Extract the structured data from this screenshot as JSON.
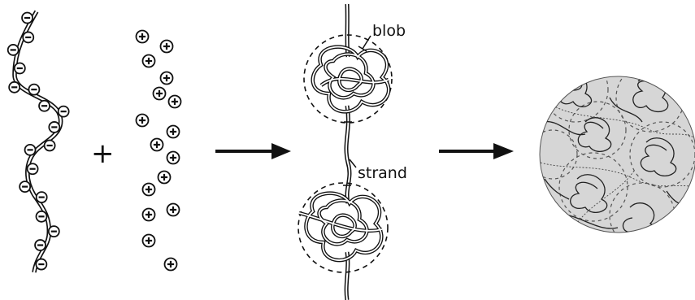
{
  "labels": {
    "blob": "blob",
    "strand": "strand",
    "plus": "+"
  },
  "icons": {
    "negative_charge": "minus-in-circle",
    "positive_charge": "plus-in-circle",
    "arrow": "right-arrow"
  },
  "colors": {
    "ink": "#111111",
    "disc_fill": "#d6d6d6"
  }
}
